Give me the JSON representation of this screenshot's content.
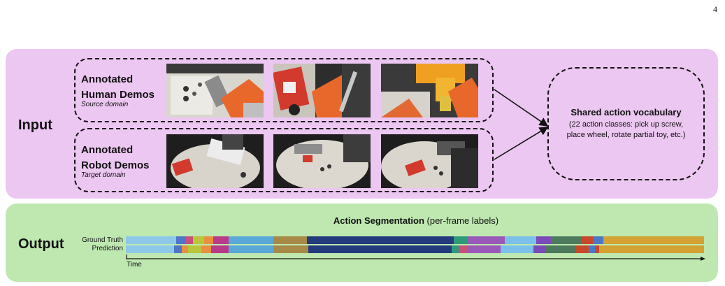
{
  "page_number": "4",
  "input": {
    "label": "Input",
    "human": {
      "title_line1": "Annotated",
      "title_line2": "Human Demos",
      "subtitle": "Source domain"
    },
    "robot": {
      "title_line1": "Annotated",
      "title_line2": "Robot Demos",
      "subtitle": "Target domain"
    },
    "vocab": {
      "title": "Shared action vocabulary",
      "line1": "(22 action classes: pick up screw,",
      "line2": "place wheel, rotate partial toy, etc.)"
    }
  },
  "output": {
    "label": "Output",
    "segmentation_title_bold": "Action Segmentation",
    "segmentation_title_rest": " (per-frame labels)",
    "ground_truth_label": "Ground Truth",
    "prediction_label": "Prediction",
    "time_label": "Time",
    "ground_truth": [
      {
        "end": 0.087,
        "color": "#8ec8e8"
      },
      {
        "end": 0.103,
        "color": "#4f74c8"
      },
      {
        "end": 0.116,
        "color": "#c8507a"
      },
      {
        "end": 0.136,
        "color": "#b8c63c"
      },
      {
        "end": 0.151,
        "color": "#e89040"
      },
      {
        "end": 0.178,
        "color": "#b83a88"
      },
      {
        "end": 0.255,
        "color": "#5aa8d8"
      },
      {
        "end": 0.313,
        "color": "#a88a48"
      },
      {
        "end": 0.567,
        "color": "#233a7c"
      },
      {
        "end": 0.59,
        "color": "#2e9a7a"
      },
      {
        "end": 0.655,
        "color": "#9a58b8"
      },
      {
        "end": 0.71,
        "color": "#7ac0e8"
      },
      {
        "end": 0.735,
        "color": "#7a4ab8"
      },
      {
        "end": 0.788,
        "color": "#4d7a5c"
      },
      {
        "end": 0.808,
        "color": "#c8482c"
      },
      {
        "end": 0.826,
        "color": "#4a78c8"
      },
      {
        "end": 1.0,
        "color": "#d4a232"
      }
    ],
    "prediction": [
      {
        "end": 0.084,
        "color": "#8ec8e8"
      },
      {
        "end": 0.097,
        "color": "#4f74c8"
      },
      {
        "end": 0.108,
        "color": "#e89040"
      },
      {
        "end": 0.13,
        "color": "#b8c63c"
      },
      {
        "end": 0.148,
        "color": "#e89040"
      },
      {
        "end": 0.178,
        "color": "#b83a88"
      },
      {
        "end": 0.255,
        "color": "#5aa8d8"
      },
      {
        "end": 0.316,
        "color": "#a88a48"
      },
      {
        "end": 0.563,
        "color": "#233a7c"
      },
      {
        "end": 0.576,
        "color": "#2e9a7a"
      },
      {
        "end": 0.59,
        "color": "#c8507a"
      },
      {
        "end": 0.648,
        "color": "#9a58b8"
      },
      {
        "end": 0.705,
        "color": "#7ac0e8"
      },
      {
        "end": 0.725,
        "color": "#7a4ab8"
      },
      {
        "end": 0.779,
        "color": "#4d7a5c"
      },
      {
        "end": 0.801,
        "color": "#c8482c"
      },
      {
        "end": 0.811,
        "color": "#4a78c8"
      },
      {
        "end": 0.819,
        "color": "#c8482c"
      },
      {
        "end": 1.0,
        "color": "#d4a232"
      }
    ]
  },
  "colors": {
    "input_panel": "#ecc7f1",
    "output_panel": "#bee8b0"
  }
}
